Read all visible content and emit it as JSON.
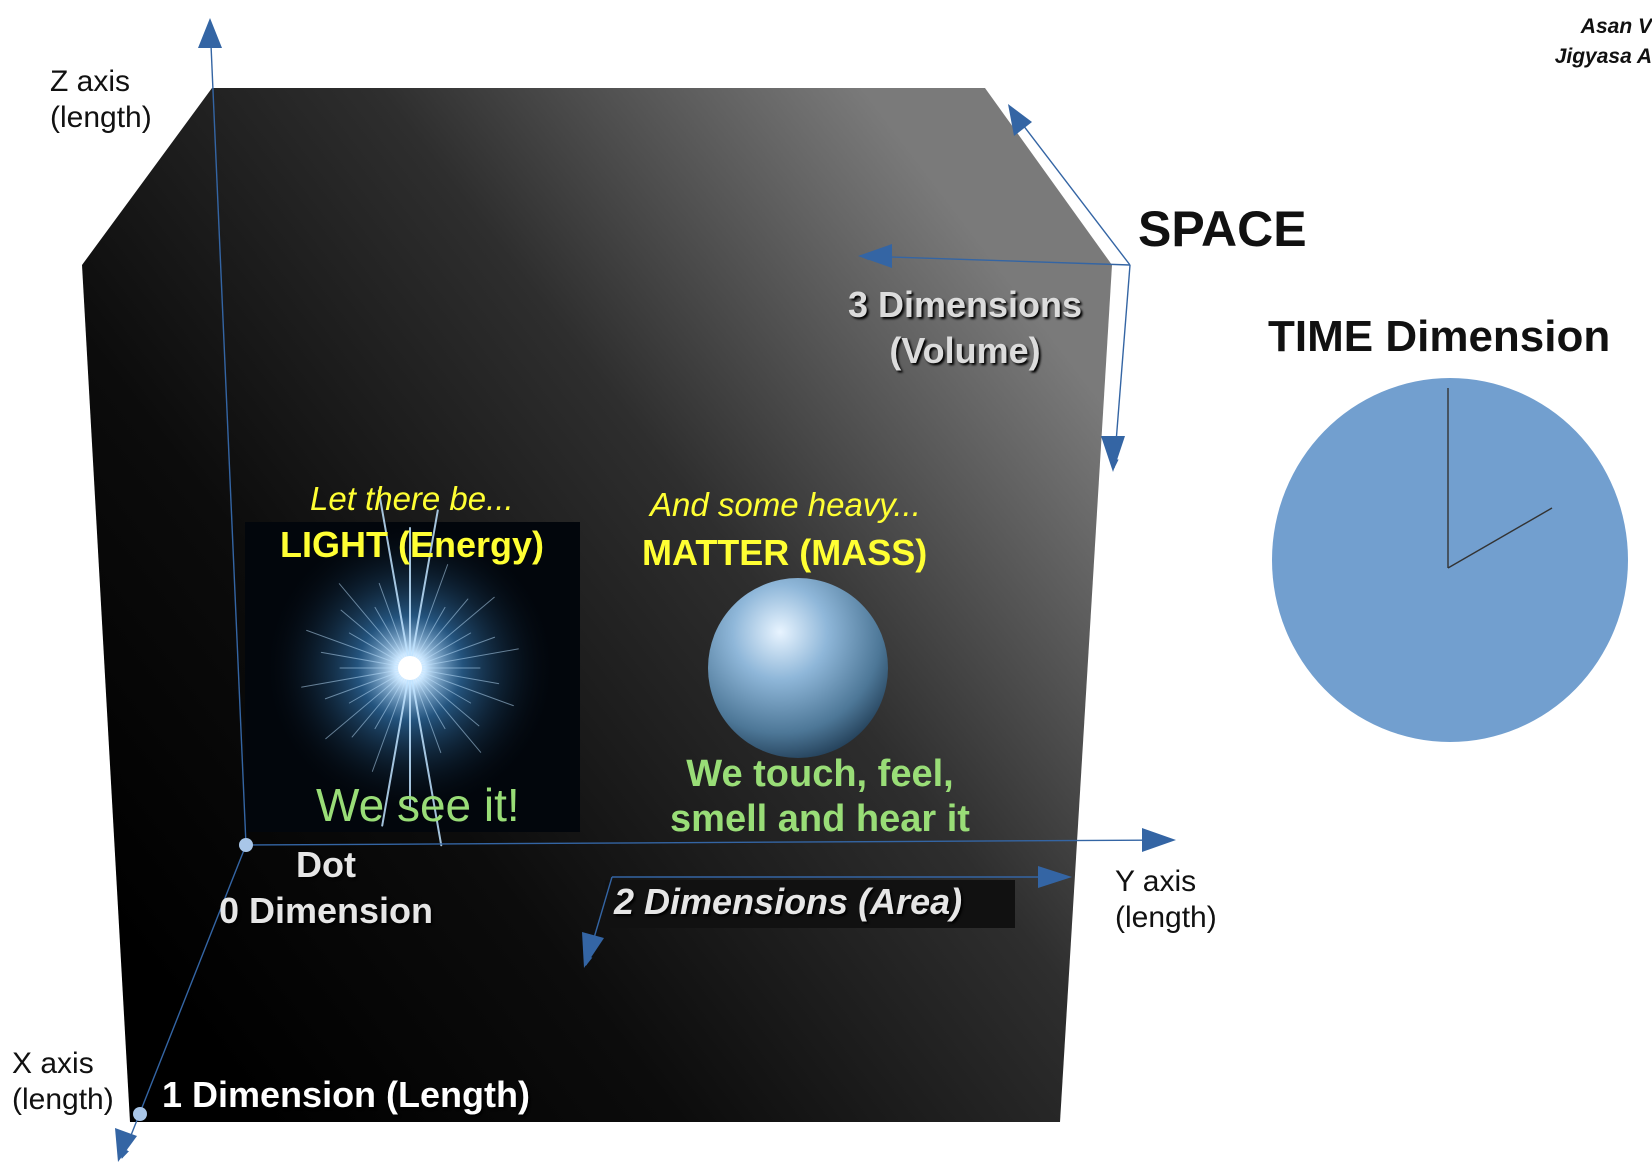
{
  "credit": {
    "line1": "Asan V",
    "line2": "Jigyasa A"
  },
  "axes": {
    "z_label": "Z axis",
    "z_sub": "(length)",
    "y_label": "Y axis",
    "y_sub": "(length)",
    "x_label": "X axis",
    "x_sub": "(length)"
  },
  "space": {
    "title": "SPACE",
    "three_dim_line1": "3 Dimensions",
    "three_dim_line2": "(Volume)",
    "two_dim": "2 Dimensions  (Area)",
    "one_dim": "1 Dimension  (Length)",
    "dot_line1": "Dot",
    "dot_line2": "0 Dimension"
  },
  "light": {
    "intro": "Let there be...",
    "title": "LIGHT (Energy)",
    "caption": "We see it!"
  },
  "matter": {
    "intro": "And some heavy...",
    "title": "MATTER (MASS)",
    "caption_line1": "We touch, feel,",
    "caption_line2": "smell and hear it"
  },
  "time": {
    "title": "TIME Dimension",
    "clock_color": "#729fcf"
  },
  "colors": {
    "arrow": "#3465a4",
    "yellow": "#ffff33",
    "green": "#99dd77"
  }
}
